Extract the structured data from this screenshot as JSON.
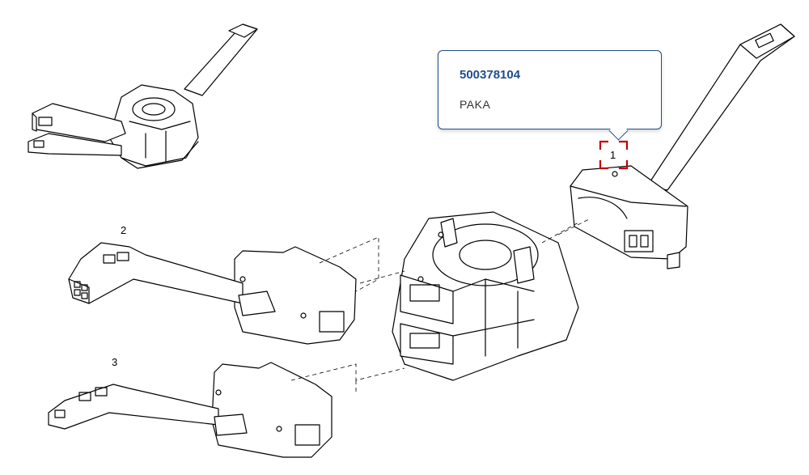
{
  "callouts": {
    "part_1": "1",
    "part_2": "2",
    "part_3": "3"
  },
  "tooltip": {
    "code": "500378104",
    "description": "PAKA"
  },
  "colors": {
    "tooltip_border": "#1f4e8c",
    "tooltip_code": "#1f4e8c",
    "highlight_marker": "#c00000"
  }
}
